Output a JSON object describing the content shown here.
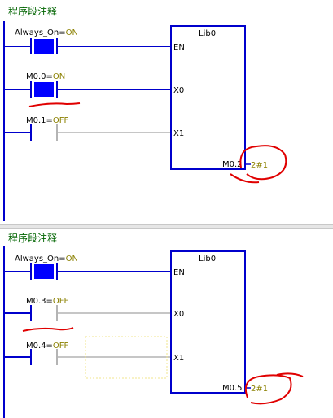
{
  "networks": [
    {
      "comment": "程序段注释",
      "contacts": [
        {
          "address": "Always_On",
          "eq": "=",
          "state": "ON",
          "energized": true
        },
        {
          "address": "M0.0",
          "eq": "=",
          "state": "ON",
          "energized": true
        },
        {
          "address": "M0.1",
          "eq": "=",
          "state": "OFF",
          "energized": false
        }
      ],
      "block": {
        "name": "Lib0",
        "inputs": [
          "EN",
          "X0",
          "X1"
        ],
        "output": "M0.2",
        "output_value": "2#1"
      }
    },
    {
      "comment": "程序段注释",
      "contacts": [
        {
          "address": "Always_On",
          "eq": "=",
          "state": "ON",
          "energized": true
        },
        {
          "address": "M0.3",
          "eq": "=",
          "state": "OFF",
          "energized": false
        },
        {
          "address": "M0.4",
          "eq": "=",
          "state": "OFF",
          "energized": false
        }
      ],
      "block": {
        "name": "Lib0",
        "inputs": [
          "EN",
          "X0",
          "X1"
        ],
        "output": "M0.5",
        "output_value": "2#1"
      }
    }
  ],
  "colors": {
    "rail": "#0000cc",
    "wire_on": "#0000cc",
    "wire_off": "#b4b4b4",
    "contact_fill": "#0000ff",
    "status_text": "#8b8000",
    "comment_text": "#006400",
    "annotation": "#e00000",
    "selection_box": "#f0e68c"
  }
}
